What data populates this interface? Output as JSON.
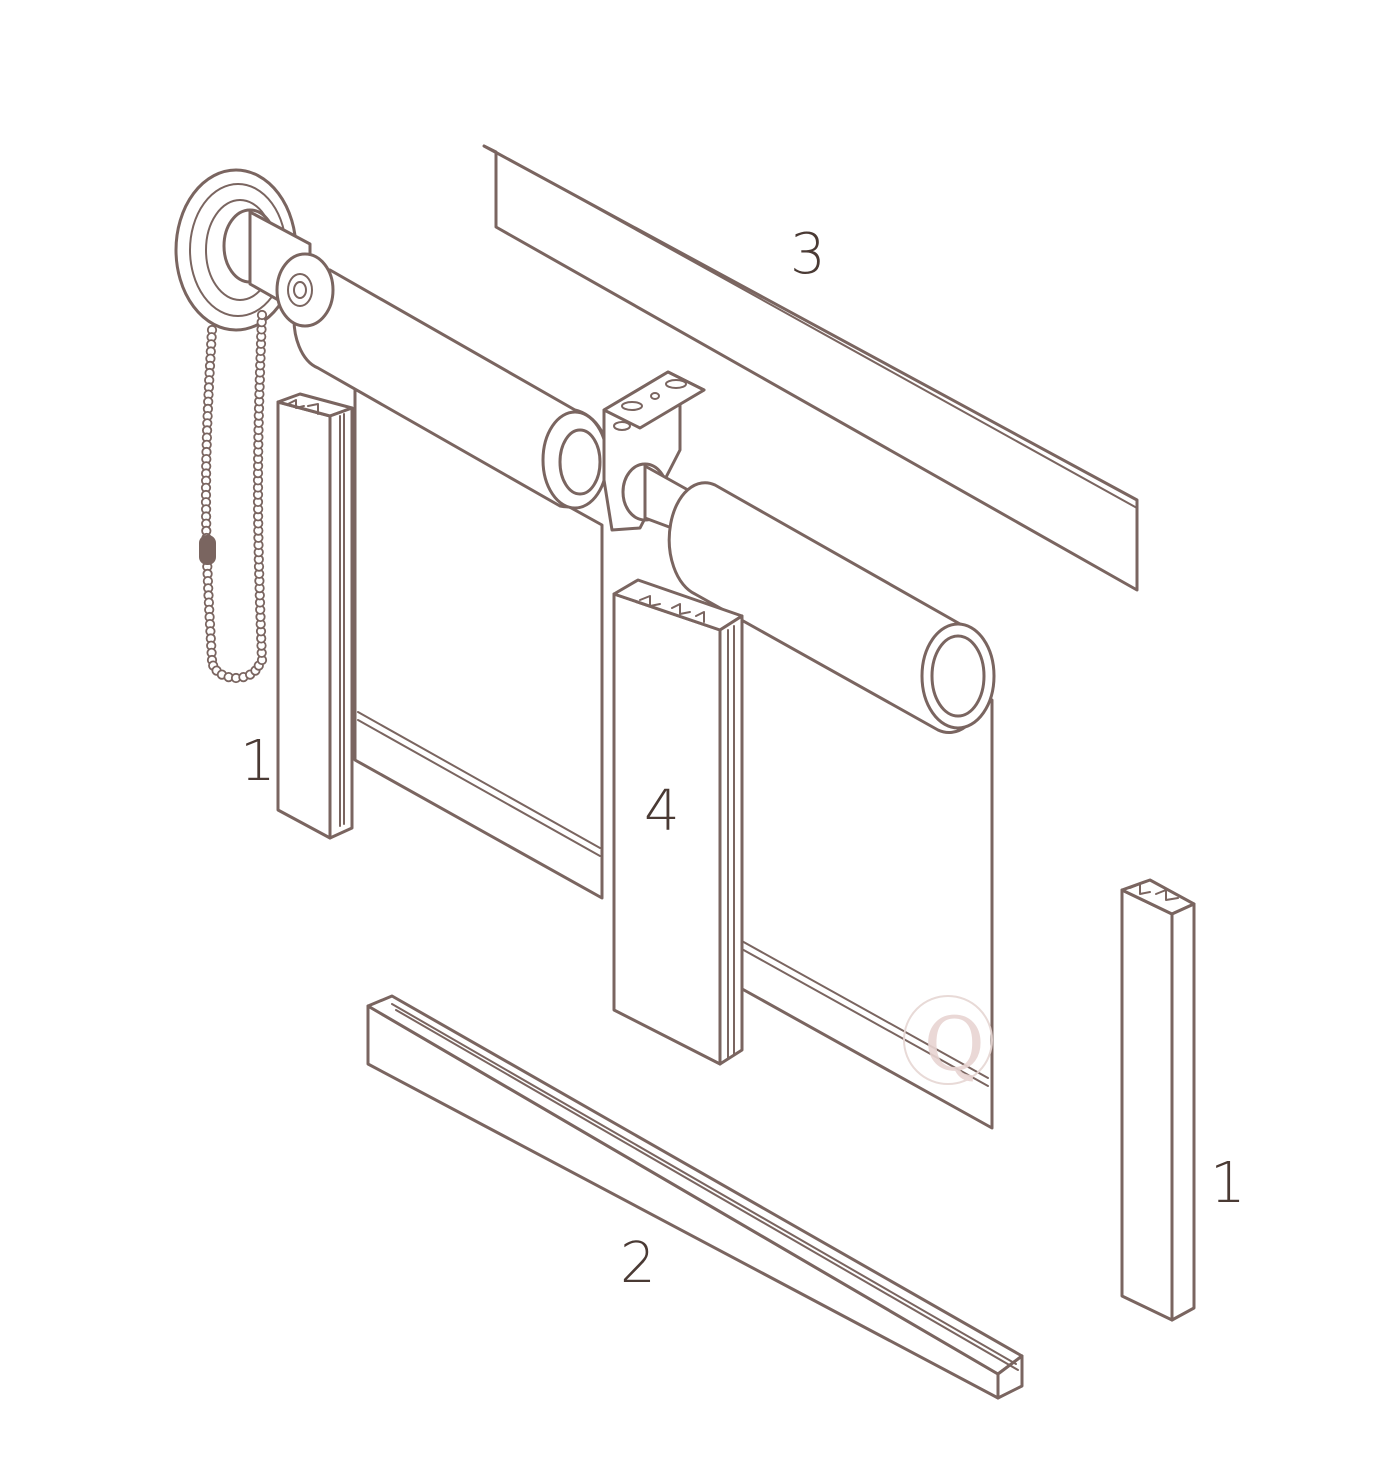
{
  "diagram": {
    "colors": {
      "line": "#7a6560",
      "label": "#4a3a34",
      "watermark": "#e6d6d3",
      "background": "#ffffff"
    },
    "parts": [
      {
        "id": "guide-left",
        "label": "1"
      },
      {
        "id": "guide-right",
        "label": "1"
      },
      {
        "id": "bottom-rail",
        "label": "2"
      },
      {
        "id": "top-cassette-cover",
        "label": "3"
      },
      {
        "id": "center-connector-profile",
        "label": "4"
      }
    ],
    "watermark_letter": "Q"
  }
}
